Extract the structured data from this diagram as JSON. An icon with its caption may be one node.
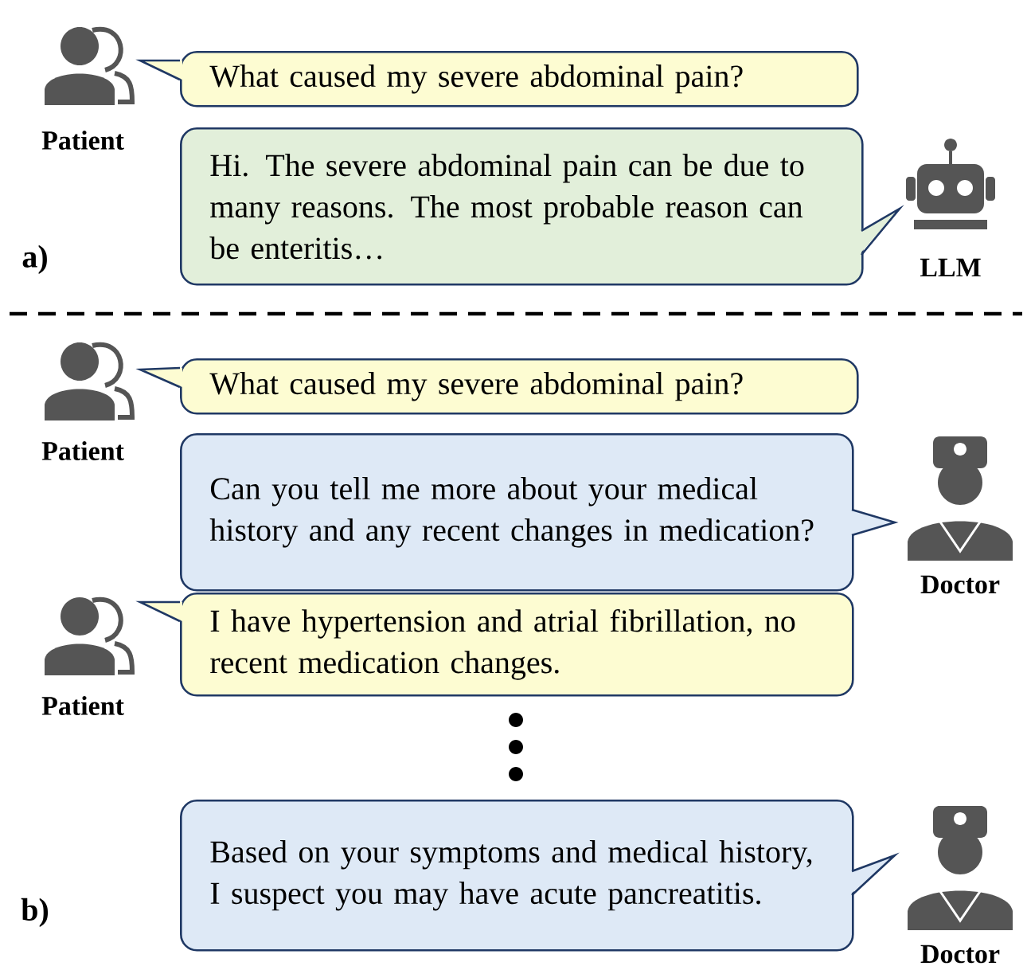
{
  "diagram": {
    "nodes": [
      {
        "text": [],
        "shape": "person",
        "beside": [
          "Patient"
        ]
      },
      {
        "text": [
          "What caused my severe abdominal pain?"
        ]
      },
      {
        "text": [
          "Hi. The severe abdominal pain can be due to many reasons. The most probable reason can be enteritis…"
        ]
      },
      {
        "text": [],
        "shape": "picture",
        "beside": [
          "LLM"
        ]
      },
      {
        "text": [],
        "shape": "person",
        "beside": [
          "Patient"
        ]
      },
      {
        "text": [
          "What caused my severe abdominal pain?"
        ]
      },
      {
        "text": [
          "Can you tell me more about your medical history and any recent changes in medication?"
        ]
      },
      {
        "text": [],
        "shape": "person",
        "beside": [
          "Doctor"
        ]
      },
      {
        "text": [],
        "shape": "person",
        "beside": [
          "Patient"
        ]
      },
      {
        "text": [
          "I have hypertension and atrial fibrillation, no recent medication changes."
        ]
      },
      {
        "text": [
          "Based on your symptoms and medical history, I suspect you may have acute pancreatitis."
        ]
      },
      {
        "text": [],
        "shape": "person",
        "beside": [
          "Doctor"
        ]
      }
    ],
    "labels": [
      "a)",
      "b)"
    ]
  }
}
